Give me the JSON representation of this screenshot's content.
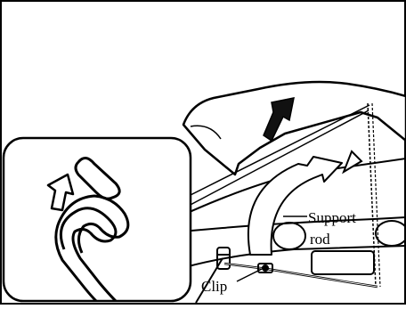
{
  "labels": {
    "support_rod_line1": "Support",
    "support_rod_line2": "rod",
    "clip": "Clip"
  }
}
